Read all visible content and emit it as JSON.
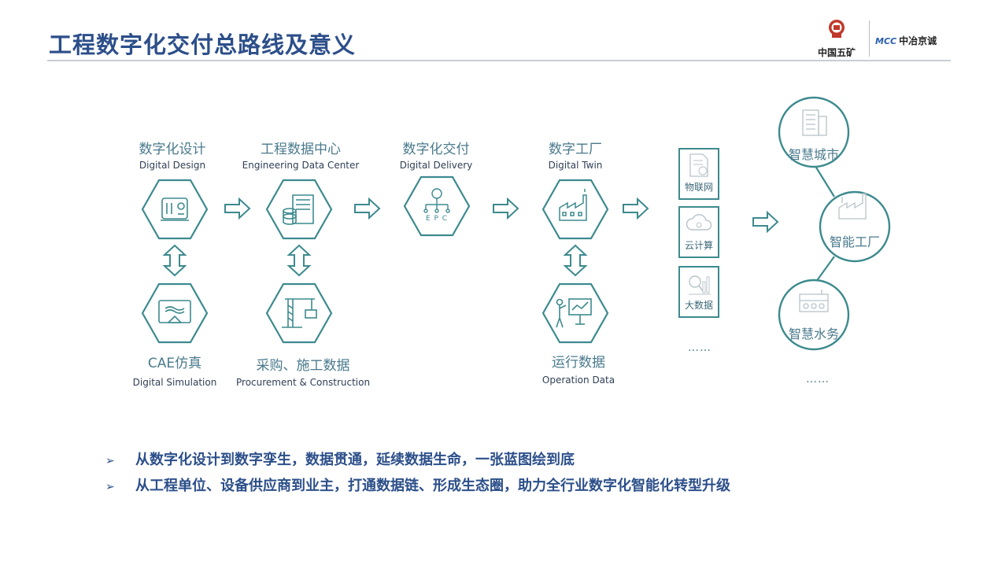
{
  "title": "工程数字化交付总路线及意义",
  "logos": {
    "left_text": "中国五矿",
    "right_mark": "MCC",
    "right_text": "中冶京诚"
  },
  "top_row": [
    {
      "cn": "数字化设计",
      "en": "Digital Design",
      "icon": "blueprint-icon"
    },
    {
      "cn": "工程数据中心",
      "en": "Engineering Data Center",
      "icon": "server-database-icon"
    },
    {
      "cn": "数字化交付",
      "en": "Digital Delivery",
      "icon": "epc-network-icon",
      "icon_text": "E P C"
    },
    {
      "cn": "数字工厂",
      "en": "Digital Twin",
      "icon": "factory-icon"
    }
  ],
  "bottom_row": [
    {
      "cn": "CAE仿真",
      "en": "Digital Simulation",
      "icon": "simulation-screen-icon"
    },
    {
      "cn": "采购、施工数据",
      "en": "Procurement & Construction",
      "icon": "crane-icon"
    },
    {
      "cn": "运行数据",
      "en": "Operation Data",
      "icon": "presentation-icon"
    }
  ],
  "tech_column": {
    "items": [
      {
        "label": "物联网",
        "icon": "iot-document-icon"
      },
      {
        "label": "云计算",
        "icon": "cloud-icon"
      },
      {
        "label": "大数据",
        "icon": "bigdata-chart-icon"
      }
    ],
    "ellipsis": "……"
  },
  "outcomes": {
    "items": [
      {
        "label": "智慧城市",
        "icon": "city-building-icon"
      },
      {
        "label": "智能工厂",
        "icon": "smart-factory-icon"
      },
      {
        "label": "智慧水务",
        "icon": "water-facility-icon"
      }
    ],
    "ellipsis": "……"
  },
  "bullets": [
    "从数字化设计到数字孪生，数据贯通，延续数据生命，一张蓝图绘到底",
    "从工程单位、设备供应商到业主，打通数据链、形成生态圈，助力全行业数字化智能化转型升级"
  ],
  "bullet_marker": "➢",
  "colors": {
    "teal": "#3d8a8e",
    "title_blue": "#2c4f8a",
    "label_teal": "#4a7a8c"
  }
}
